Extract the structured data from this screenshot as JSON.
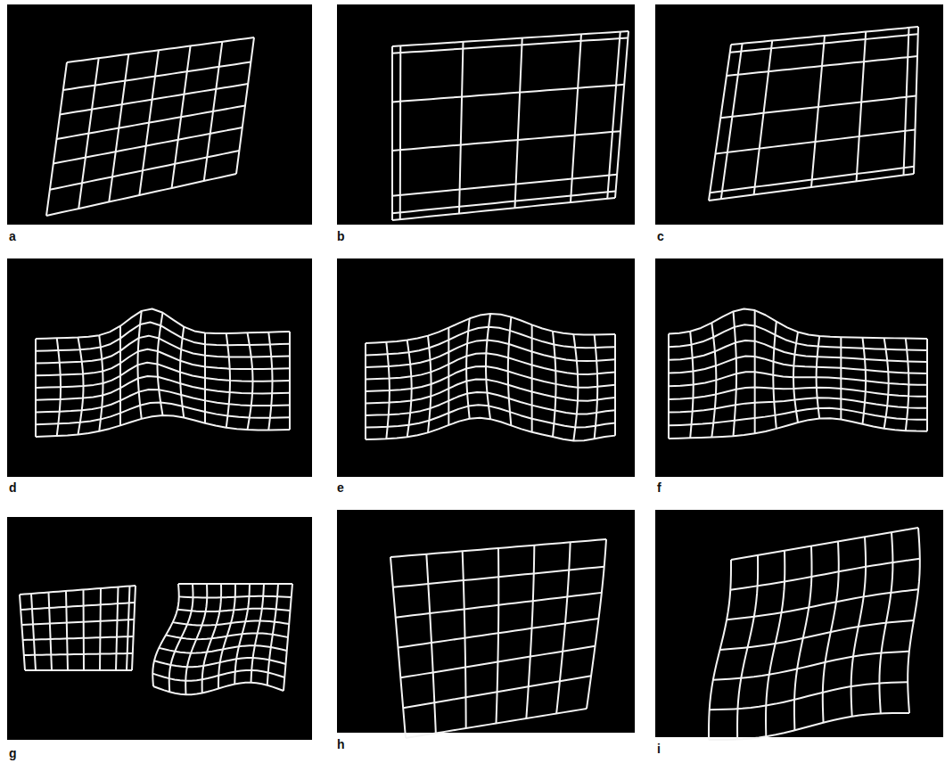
{
  "diagram": {
    "labels": [
      "a",
      "b",
      "c",
      "d",
      "e",
      "f",
      "g",
      "h",
      "i"
    ]
  }
}
